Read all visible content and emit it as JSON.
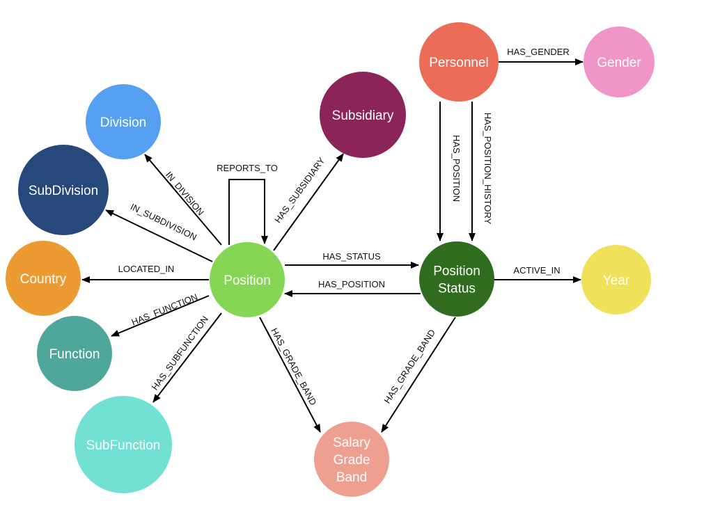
{
  "nodes": [
    {
      "id": "division",
      "label": [
        "Division"
      ],
      "color": "#56a0f2"
    },
    {
      "id": "subdivision",
      "label": [
        "SubDivision"
      ],
      "color": "#26487a"
    },
    {
      "id": "country",
      "label": [
        "Country"
      ],
      "color": "#ec9b33"
    },
    {
      "id": "function",
      "label": [
        "Function"
      ],
      "color": "#4ea79a"
    },
    {
      "id": "subfunction",
      "label": [
        "SubFunction"
      ],
      "color": "#72e0d2"
    },
    {
      "id": "position",
      "label": [
        "Position"
      ],
      "color": "#85d655"
    },
    {
      "id": "subsidiary",
      "label": [
        "Subsidiary"
      ],
      "color": "#8b2458"
    },
    {
      "id": "personnel",
      "label": [
        "Personnel"
      ],
      "color": "#ec6d57"
    },
    {
      "id": "gender",
      "label": [
        "Gender"
      ],
      "color": "#ef95c8"
    },
    {
      "id": "position-status",
      "label": [
        "Position",
        "Status"
      ],
      "color": "#2f6c1e"
    },
    {
      "id": "year",
      "label": [
        "Year"
      ],
      "color": "#efe25a"
    },
    {
      "id": "salary-grade-band",
      "label": [
        "Salary",
        "Grade",
        "Band"
      ],
      "color": "#ef9f90"
    }
  ],
  "edges": [
    {
      "id": "in-division",
      "from": "position",
      "to": "division",
      "label": "IN_DIVISION"
    },
    {
      "id": "in-subdivision",
      "from": "position",
      "to": "subdivision",
      "label": "IN_SUBDIVISION"
    },
    {
      "id": "located-in",
      "from": "position",
      "to": "country",
      "label": "LOCATED_IN"
    },
    {
      "id": "has-function",
      "from": "position",
      "to": "function",
      "label": "HAS_FUNCTION"
    },
    {
      "id": "has-subfunction",
      "from": "position",
      "to": "subfunction",
      "label": "HAS_SUBFUNCTION"
    },
    {
      "id": "reports-to",
      "from": "position",
      "to": "position",
      "label": "REPORTS_TO"
    },
    {
      "id": "has-subsidiary",
      "from": "position",
      "to": "subsidiary",
      "label": "HAS_SUBSIDIARY"
    },
    {
      "id": "has-status",
      "from": "position",
      "to": "position-status",
      "label": "HAS_STATUS"
    },
    {
      "id": "has-position-back",
      "from": "position-status",
      "to": "position",
      "label": "HAS_POSITION"
    },
    {
      "id": "has-grade-band-position",
      "from": "position",
      "to": "salary-grade-band",
      "label": "HAS_GRADE_BAND"
    },
    {
      "id": "has-grade-band-status",
      "from": "position-status",
      "to": "salary-grade-band",
      "label": "HAS_GRADE_BAND"
    },
    {
      "id": "active-in",
      "from": "position-status",
      "to": "year",
      "label": "ACTIVE_IN"
    },
    {
      "id": "has-gender",
      "from": "personnel",
      "to": "gender",
      "label": "HAS_GENDER"
    },
    {
      "id": "has-position-personnel",
      "from": "personnel",
      "to": "position-status",
      "label": "HAS_POSITION"
    },
    {
      "id": "has-position-history",
      "from": "personnel",
      "to": "position-status",
      "label": "HAS_POSITION_HISTORY"
    }
  ]
}
